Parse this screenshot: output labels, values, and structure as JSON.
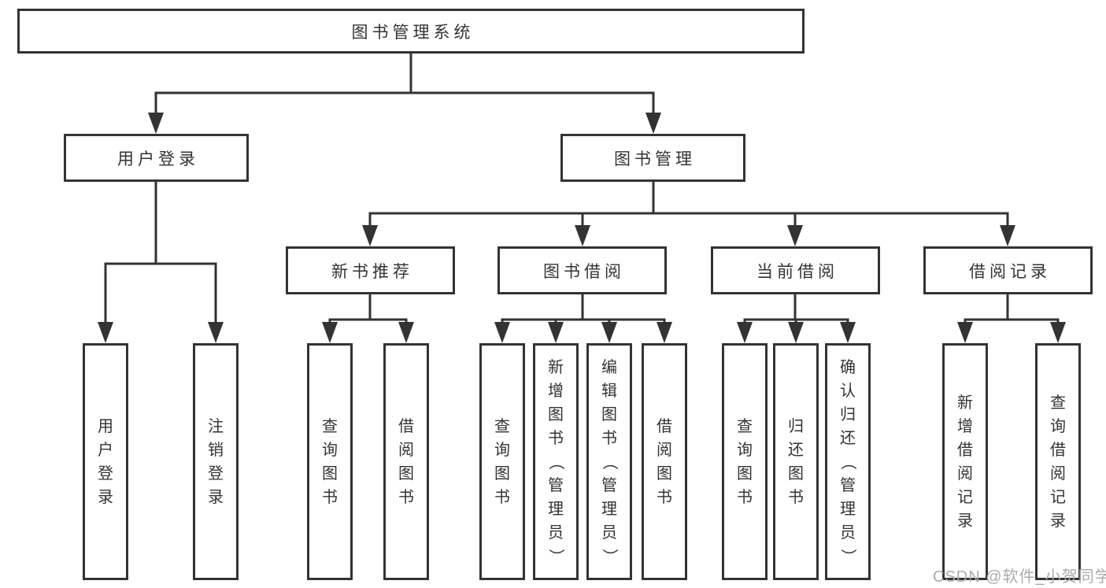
{
  "colors": {
    "line": "#333333",
    "text": "#333333",
    "background": "#ffffff",
    "watermark": "#ababab"
  },
  "watermark": {
    "text": "CSDN @软件_小贺同学"
  },
  "tree": {
    "label": "图书管理系统",
    "children": [
      {
        "label": "用户登录",
        "children": [
          {
            "label": "用户登录"
          },
          {
            "label": "注销登录"
          }
        ]
      },
      {
        "label": "图书管理",
        "children": [
          {
            "label": "新书推荐",
            "children": [
              {
                "label": "查询图书"
              },
              {
                "label": "借阅图书"
              }
            ]
          },
          {
            "label": "图书借阅",
            "children": [
              {
                "label": "查询图书"
              },
              {
                "label": "新增图书（管理员）"
              },
              {
                "label": "编辑图书（管理员）"
              },
              {
                "label": "借阅图书"
              }
            ]
          },
          {
            "label": "当前借阅",
            "children": [
              {
                "label": "查询图书"
              },
              {
                "label": "归还图书"
              },
              {
                "label": "确认归还（管理员）"
              }
            ]
          },
          {
            "label": "借阅记录",
            "children": [
              {
                "label": "新增借阅记录"
              },
              {
                "label": "查询借阅记录"
              }
            ]
          }
        ]
      }
    ]
  }
}
